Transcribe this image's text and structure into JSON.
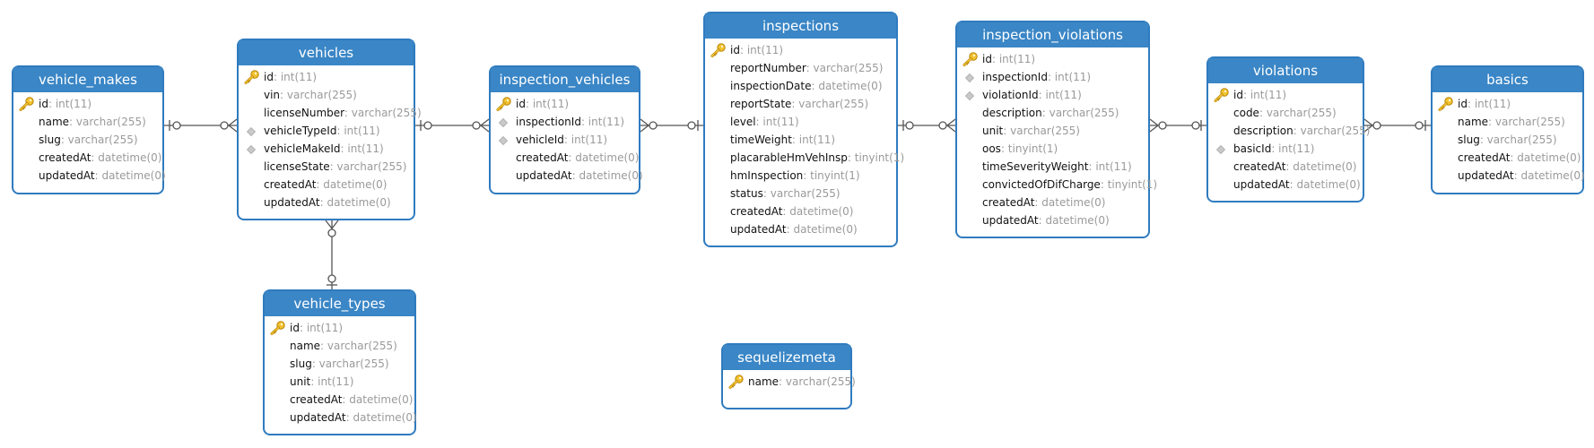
{
  "tables": {
    "vehicle_makes": {
      "title": "vehicle_makes",
      "columns": [
        {
          "name": "id",
          "type": "int(11)",
          "key": "pk"
        },
        {
          "name": "name",
          "type": "varchar(255)",
          "key": ""
        },
        {
          "name": "slug",
          "type": "varchar(255)",
          "key": ""
        },
        {
          "name": "createdAt",
          "type": "datetime(0)",
          "key": ""
        },
        {
          "name": "updatedAt",
          "type": "datetime(0)",
          "key": ""
        }
      ]
    },
    "vehicles": {
      "title": "vehicles",
      "columns": [
        {
          "name": "id",
          "type": "int(11)",
          "key": "pk"
        },
        {
          "name": "vin",
          "type": "varchar(255)",
          "key": ""
        },
        {
          "name": "licenseNumber",
          "type": "varchar(255)",
          "key": ""
        },
        {
          "name": "vehicleTypeId",
          "type": "int(11)",
          "key": "fk"
        },
        {
          "name": "vehicleMakeId",
          "type": "int(11)",
          "key": "fk"
        },
        {
          "name": "licenseState",
          "type": "varchar(255)",
          "key": ""
        },
        {
          "name": "createdAt",
          "type": "datetime(0)",
          "key": ""
        },
        {
          "name": "updatedAt",
          "type": "datetime(0)",
          "key": ""
        }
      ]
    },
    "vehicle_types": {
      "title": "vehicle_types",
      "columns": [
        {
          "name": "id",
          "type": "int(11)",
          "key": "pk"
        },
        {
          "name": "name",
          "type": "varchar(255)",
          "key": ""
        },
        {
          "name": "slug",
          "type": "varchar(255)",
          "key": ""
        },
        {
          "name": "unit",
          "type": "int(11)",
          "key": ""
        },
        {
          "name": "createdAt",
          "type": "datetime(0)",
          "key": ""
        },
        {
          "name": "updatedAt",
          "type": "datetime(0)",
          "key": ""
        }
      ]
    },
    "inspection_vehicles": {
      "title": "inspection_vehicles",
      "columns": [
        {
          "name": "id",
          "type": "int(11)",
          "key": "pk"
        },
        {
          "name": "inspectionId",
          "type": "int(11)",
          "key": "fk"
        },
        {
          "name": "vehicleId",
          "type": "int(11)",
          "key": "fk"
        },
        {
          "name": "createdAt",
          "type": "datetime(0)",
          "key": ""
        },
        {
          "name": "updatedAt",
          "type": "datetime(0)",
          "key": ""
        }
      ]
    },
    "inspections": {
      "title": "inspections",
      "columns": [
        {
          "name": "id",
          "type": "int(11)",
          "key": "pk"
        },
        {
          "name": "reportNumber",
          "type": "varchar(255)",
          "key": ""
        },
        {
          "name": "inspectionDate",
          "type": "datetime(0)",
          "key": ""
        },
        {
          "name": "reportState",
          "type": "varchar(255)",
          "key": ""
        },
        {
          "name": "level",
          "type": "int(11)",
          "key": ""
        },
        {
          "name": "timeWeight",
          "type": "int(11)",
          "key": ""
        },
        {
          "name": "placarableHmVehInsp",
          "type": "tinyint(1)",
          "key": ""
        },
        {
          "name": "hmInspection",
          "type": "tinyint(1)",
          "key": ""
        },
        {
          "name": "status",
          "type": "varchar(255)",
          "key": ""
        },
        {
          "name": "createdAt",
          "type": "datetime(0)",
          "key": ""
        },
        {
          "name": "updatedAt",
          "type": "datetime(0)",
          "key": ""
        }
      ]
    },
    "inspection_violations": {
      "title": "inspection_violations",
      "columns": [
        {
          "name": "id",
          "type": "int(11)",
          "key": "pk"
        },
        {
          "name": "inspectionId",
          "type": "int(11)",
          "key": "fk"
        },
        {
          "name": "violationId",
          "type": "int(11)",
          "key": "fk"
        },
        {
          "name": "description",
          "type": "varchar(255)",
          "key": ""
        },
        {
          "name": "unit",
          "type": "varchar(255)",
          "key": ""
        },
        {
          "name": "oos",
          "type": "tinyint(1)",
          "key": ""
        },
        {
          "name": "timeSeverityWeight",
          "type": "int(11)",
          "key": ""
        },
        {
          "name": "convictedOfDifCharge",
          "type": "tinyint(1)",
          "key": ""
        },
        {
          "name": "createdAt",
          "type": "datetime(0)",
          "key": ""
        },
        {
          "name": "updatedAt",
          "type": "datetime(0)",
          "key": ""
        }
      ]
    },
    "violations": {
      "title": "violations",
      "columns": [
        {
          "name": "id",
          "type": "int(11)",
          "key": "pk"
        },
        {
          "name": "code",
          "type": "varchar(255)",
          "key": ""
        },
        {
          "name": "description",
          "type": "varchar(255)",
          "key": ""
        },
        {
          "name": "basicId",
          "type": "int(11)",
          "key": "fk"
        },
        {
          "name": "createdAt",
          "type": "datetime(0)",
          "key": ""
        },
        {
          "name": "updatedAt",
          "type": "datetime(0)",
          "key": ""
        }
      ]
    },
    "basics": {
      "title": "basics",
      "columns": [
        {
          "name": "id",
          "type": "int(11)",
          "key": "pk"
        },
        {
          "name": "name",
          "type": "varchar(255)",
          "key": ""
        },
        {
          "name": "slug",
          "type": "varchar(255)",
          "key": ""
        },
        {
          "name": "createdAt",
          "type": "datetime(0)",
          "key": ""
        },
        {
          "name": "updatedAt",
          "type": "datetime(0)",
          "key": ""
        }
      ]
    },
    "sequelizemeta": {
      "title": "sequelizemeta",
      "columns": [
        {
          "name": "name",
          "type": "varchar(255)",
          "key": "pk"
        }
      ]
    }
  },
  "relationships": [
    {
      "from": "vehicle_makes",
      "to": "vehicles",
      "cardinality": "one-to-many"
    },
    {
      "from": "vehicles",
      "to": "inspection_vehicles",
      "cardinality": "one-to-many"
    },
    {
      "from": "inspections",
      "to": "inspection_vehicles",
      "cardinality": "one-to-many"
    },
    {
      "from": "inspections",
      "to": "inspection_violations",
      "cardinality": "one-to-many"
    },
    {
      "from": "violations",
      "to": "inspection_violations",
      "cardinality": "one-to-many"
    },
    {
      "from": "basics",
      "to": "violations",
      "cardinality": "one-to-many"
    },
    {
      "from": "vehicle_types",
      "to": "vehicles",
      "cardinality": "one-to-many"
    }
  ],
  "colors": {
    "header": "#3a86c6",
    "border": "#2f7bbf",
    "type_text": "#9a9a9a",
    "key_icon": "#f2c230",
    "fk_marker": "#c9c9c9",
    "connector": "#555555"
  },
  "icons": {
    "primary_key": "key-icon",
    "foreign_key": "diamond-icon"
  }
}
